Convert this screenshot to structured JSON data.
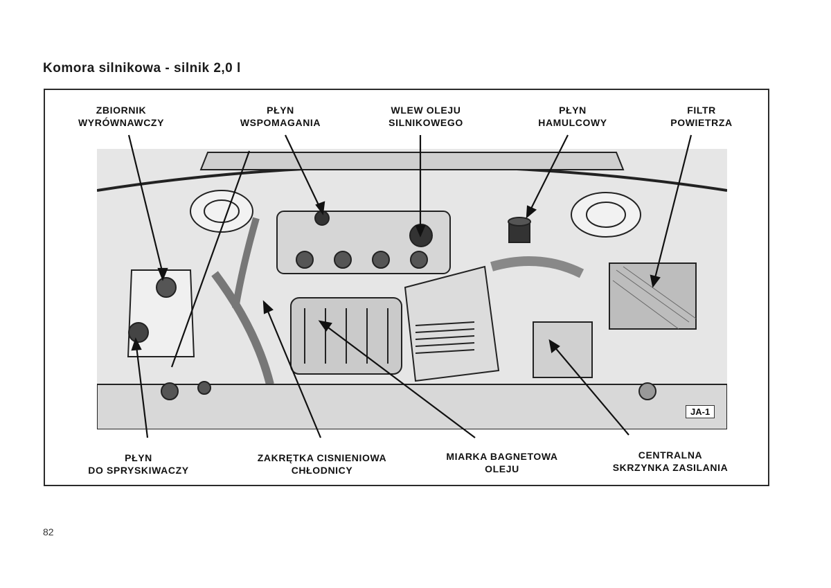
{
  "title": "Komora silnikowa - silnik 2,0 l",
  "labels_top": [
    {
      "lines": [
        "ZBIORNIK",
        "WYRÓWNAWCZY"
      ]
    },
    {
      "lines": [
        "PŁYN",
        "WSPOMAGANIA"
      ]
    },
    {
      "lines": [
        "WLEW OLEJU",
        "SILNIKOWEGO"
      ]
    },
    {
      "lines": [
        "PŁYN",
        "HAMULCOWY"
      ]
    },
    {
      "lines": [
        "FILTR",
        "POWIETRZA"
      ]
    }
  ],
  "labels_bottom": [
    {
      "lines": [
        "PŁYN",
        "DO SPRYSKIWACZY"
      ]
    },
    {
      "lines": [
        "ZAKRĘTKA CISNIENIOWA",
        "CHŁODNICY"
      ]
    },
    {
      "lines": [
        "MIARKA BAGNETOWA",
        "OLEJU"
      ]
    },
    {
      "lines": [
        "CENTRALNA",
        "SKRZYNKA ZASILANIA"
      ]
    }
  ],
  "figure_code": "JA-1",
  "page_number": "82"
}
